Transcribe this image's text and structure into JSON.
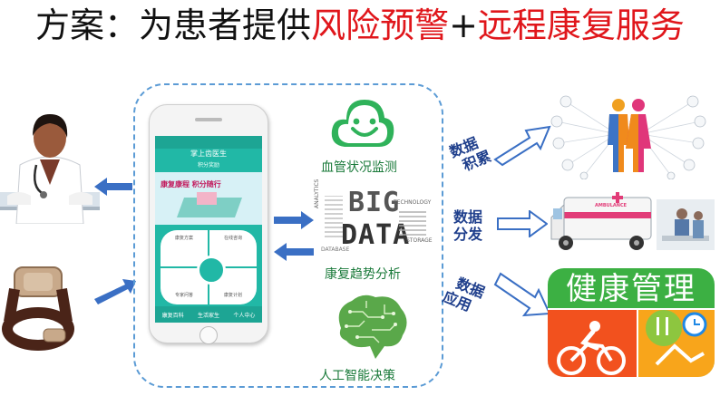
{
  "title": {
    "prefix": "方案：为患者提供",
    "highlight1": "风险预警",
    "plus": "+",
    "highlight2": "远程康复服务"
  },
  "phone": {
    "app_title": "掌上齿医生",
    "sub_title": "积分奖励",
    "banner_text": "康复康程  积分随行",
    "grid_items": [
      "康复方案",
      "在线咨询",
      "专家问答",
      "康复计划"
    ],
    "tabs": [
      "康复百科",
      "生活家生",
      "个人中心"
    ]
  },
  "features": [
    {
      "label": "血管状况监测",
      "icon": "cloud-face-icon"
    },
    {
      "label": "康复趋势分析",
      "icon": "big-data-wordcloud"
    },
    {
      "label": "人工智能决策",
      "icon": "circuit-brain-icon"
    }
  ],
  "bigdata_text": {
    "big": "BIG",
    "data": "DATA",
    "words": [
      "ANALYTICS",
      "TECHNOLOGY",
      "STORAGE",
      "DATABASE"
    ]
  },
  "actions": [
    {
      "label_line1": "数据",
      "label_line2": "积累"
    },
    {
      "label_line1": "数据",
      "label_line2": "分发"
    },
    {
      "label_line1": "数据",
      "label_line2": "应用"
    }
  ],
  "ambulance_text": "AMBULANCE",
  "health": {
    "title": "健康管理"
  },
  "colors": {
    "accent_red": "#e0161b",
    "dash_blue": "#5b9bd5",
    "arrow_blue": "#3a6fc4",
    "label_green": "#1a7a3a",
    "health_green": "#3cb043"
  }
}
